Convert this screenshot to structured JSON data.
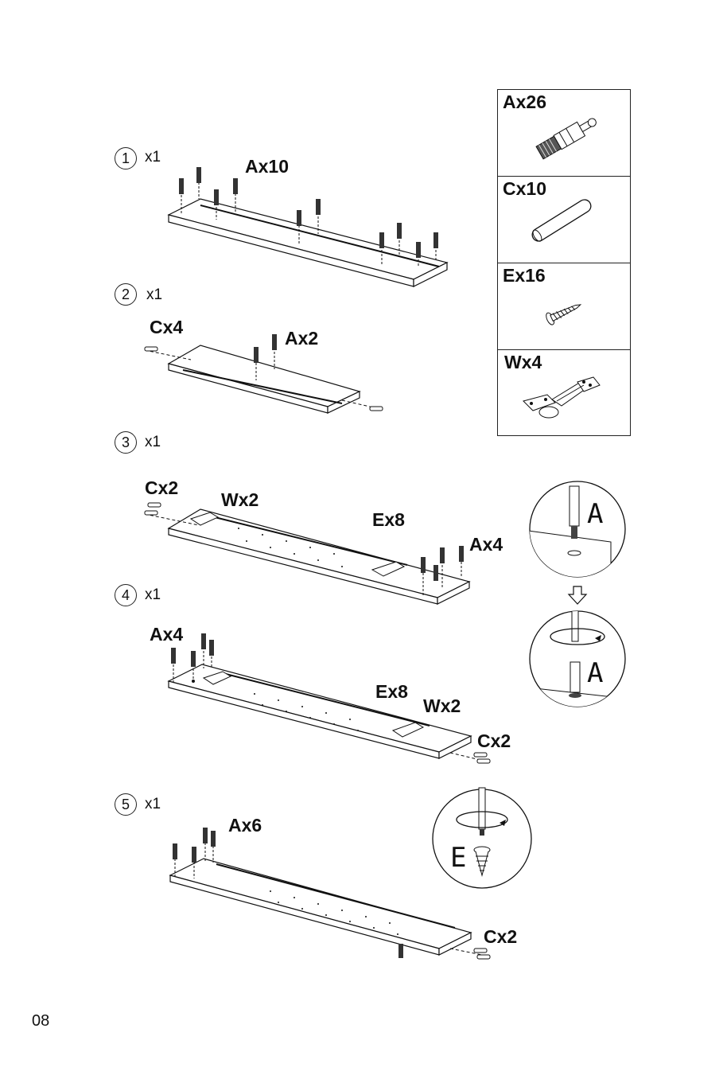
{
  "steps": [
    {
      "number": "1",
      "qty": "x1",
      "labels": [
        "Ax10"
      ]
    },
    {
      "number": "2",
      "qty": "x1",
      "labels": [
        "Cx4",
        "Ax2"
      ]
    },
    {
      "number": "3",
      "qty": "x1",
      "labels": [
        "Cx2",
        "Wx2",
        "Ex8",
        "Ax4"
      ]
    },
    {
      "number": "4",
      "qty": "x1",
      "labels": [
        "Ax4",
        "Ex8",
        "Wx2",
        "Cx2"
      ]
    },
    {
      "number": "5",
      "qty": "x1",
      "labels": [
        "Ax6",
        "Cx2"
      ]
    }
  ],
  "parts": [
    {
      "label": "Ax26",
      "icon": "cam-dowel-icon"
    },
    {
      "label": "Cx10",
      "icon": "wood-dowel-icon"
    },
    {
      "label": "Ex16",
      "icon": "screw-icon"
    },
    {
      "label": "Wx4",
      "icon": "hinge-icon"
    }
  ],
  "details": {
    "letter_a": "A",
    "letter_e": "E"
  },
  "page_number": "08"
}
